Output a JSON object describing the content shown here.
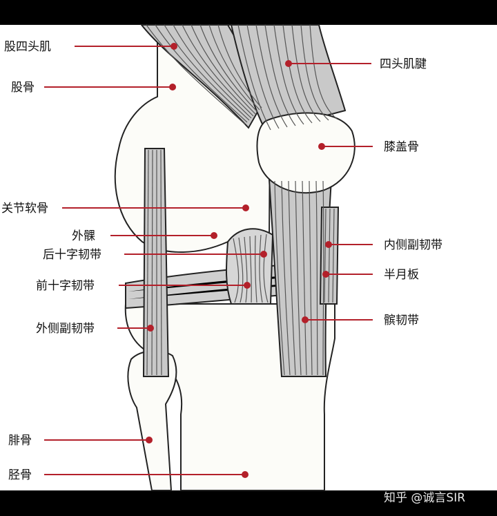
{
  "labels_left": [
    {
      "id": "quad-muscle",
      "text": "股四头肌"
    },
    {
      "id": "femur",
      "text": "股骨"
    },
    {
      "id": "articular-cartilage",
      "text": "关节软骨"
    },
    {
      "id": "lateral-condyle",
      "text": "外髁"
    },
    {
      "id": "posterior-cruciate",
      "text": "后十字韧带"
    },
    {
      "id": "anterior-cruciate",
      "text": "前十字韧带"
    },
    {
      "id": "lateral-collateral",
      "text": "外侧副韧带"
    },
    {
      "id": "fibula",
      "text": "腓骨"
    },
    {
      "id": "tibia",
      "text": "胫骨"
    }
  ],
  "labels_right": [
    {
      "id": "quad-tendon",
      "text": "四头肌腱"
    },
    {
      "id": "patella",
      "text": "膝盖骨"
    },
    {
      "id": "medial-collateral",
      "text": "内侧副韧带"
    },
    {
      "id": "meniscus",
      "text": "半月板"
    },
    {
      "id": "patellar-ligament",
      "text": "髌韧带"
    }
  ],
  "watermark": "知乎 @诚言SIR",
  "colors": {
    "leader": "#b3202a",
    "background": "#ffffff",
    "letterbox": "#000000",
    "tissue": "#c9c9c9"
  }
}
